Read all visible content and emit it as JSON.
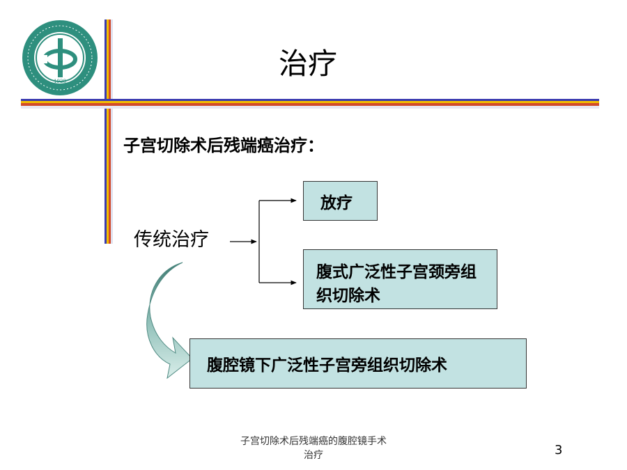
{
  "slide": {
    "title": "治疗",
    "subtitle": "子宫切除术后残端癌治疗：",
    "logo": {
      "icon": "university-hospital-seal",
      "year": "1928",
      "color": "#2e8f7e"
    }
  },
  "diagram": {
    "source": "传统治疗",
    "branches": [
      "放疗",
      "腹式广泛性子宫颈旁组织切除术"
    ],
    "alternative": "腹腔镜下广泛性子宫旁组织切除术",
    "box_color": "#c2e2e2",
    "arrow_color": "#5f8f86"
  },
  "footer": {
    "line1": "子宫切除术后残端癌的腹腔镜手术",
    "line2": "治疗",
    "page_number": "3"
  },
  "decor": {
    "stripe_colors": [
      "#3a3ab0",
      "#f2c000",
      "#d24a2a",
      "#e8e8f2"
    ]
  }
}
